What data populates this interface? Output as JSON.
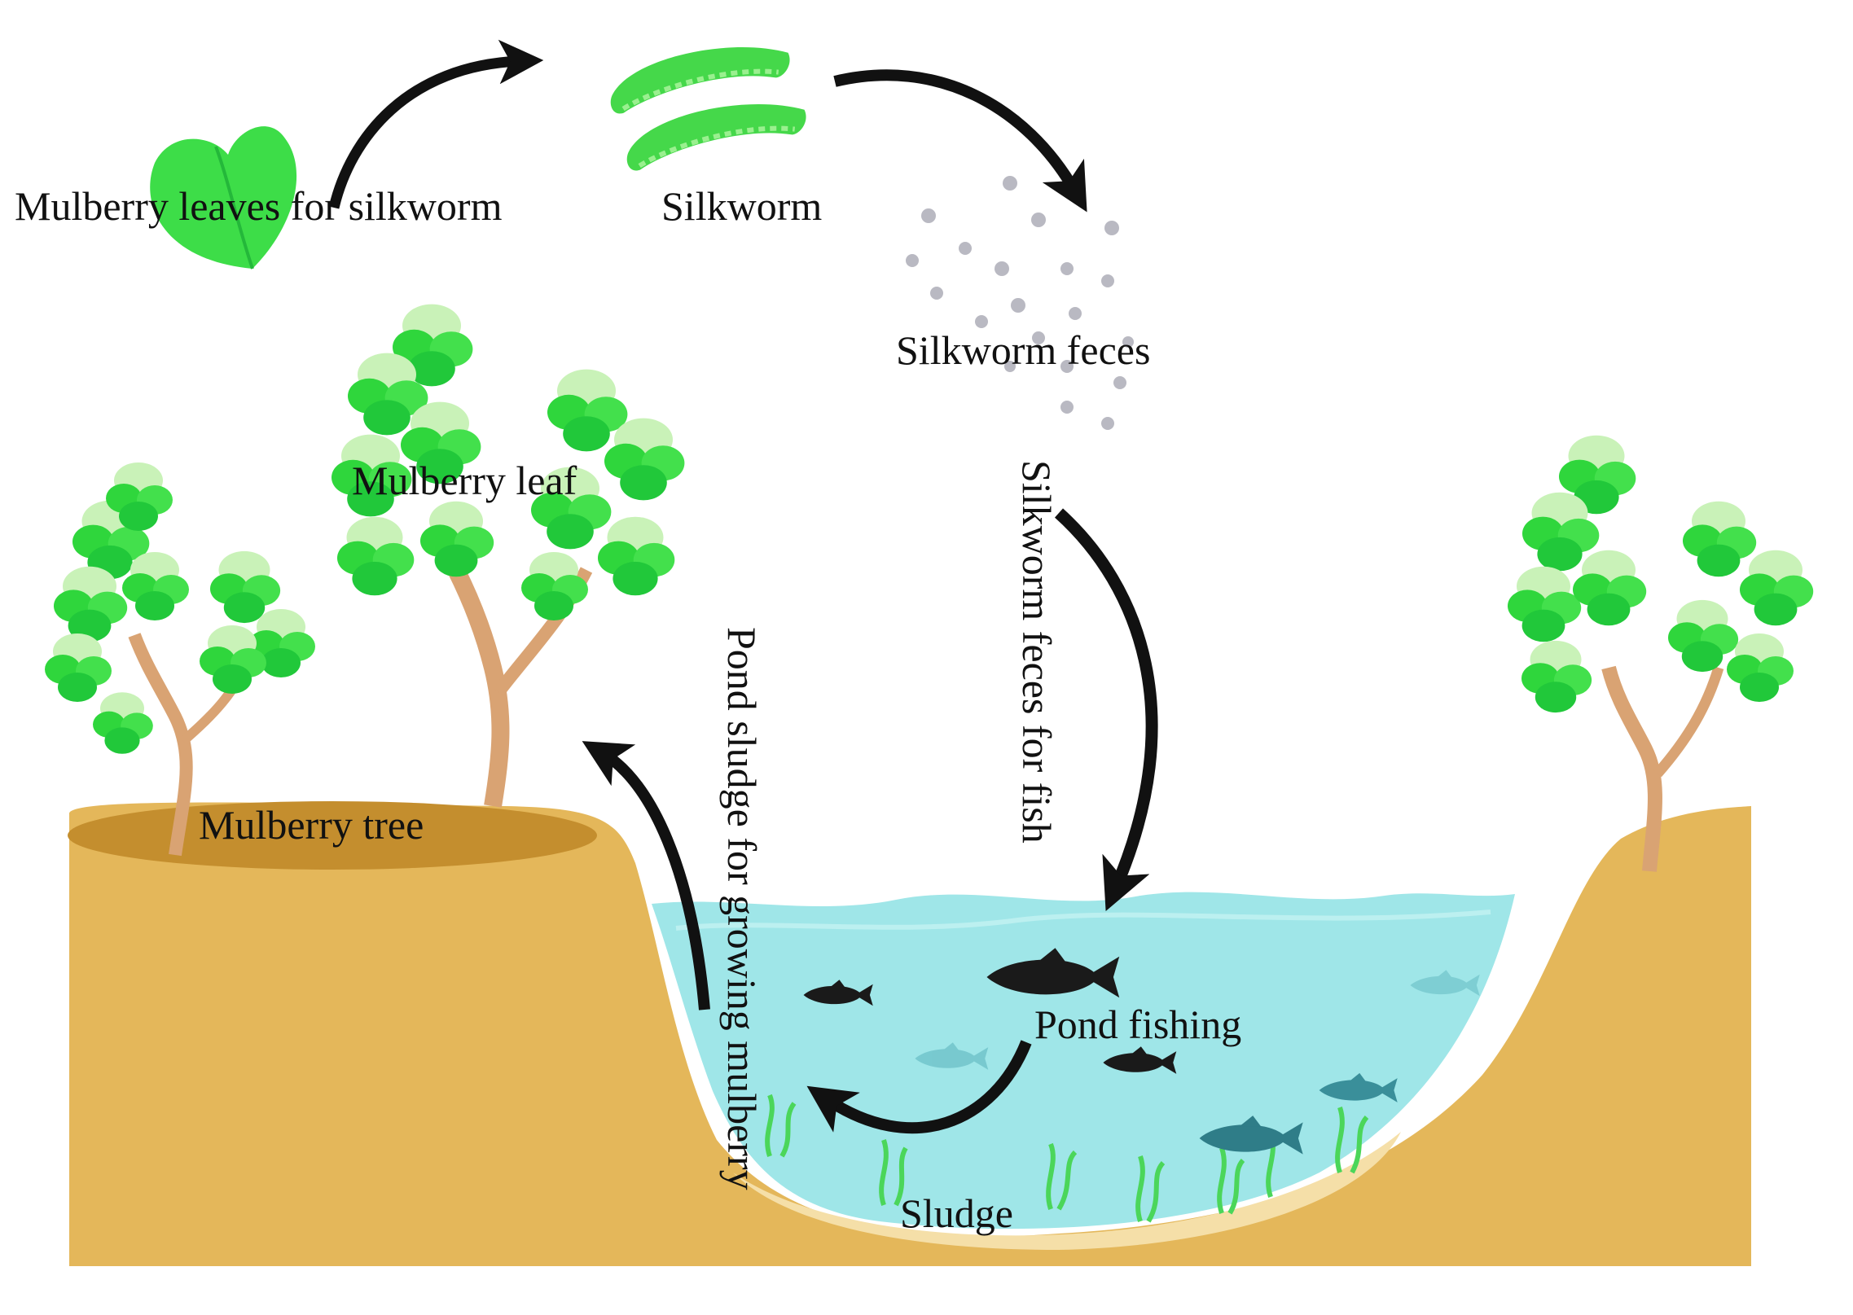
{
  "labels": {
    "mulberry_leaves_for_silkworm": "Mulberry leaves  for  silkworm",
    "silkworm": "Silkworm",
    "silkworm_feces": "Silkworm feces",
    "silkworm_feces_for_fish": "Silkworm feces for fish",
    "mulberry_leaf": "Mulberry leaf",
    "mulberry_tree": "Mulberry tree",
    "pond_sludge_for_growing_mulberry": "Pond sludge for growing mulberry",
    "pond_fishing": "Pond fishing",
    "sludge": "Sludge"
  },
  "colors": {
    "soil": "#E4B75A",
    "soil_top": "#C48E2E",
    "water": "#9FE6E8",
    "water_deep": "#7AD8DD",
    "leaf_green": "#3DDD48",
    "leaf_light": "#C9F2B8",
    "trunk": "#D9A373",
    "arrow": "#111111",
    "fish_dark": "#1a1a1a",
    "fish_faded": "#5fb7bf",
    "feces_dots": "#b9b9c2",
    "sludge_sand": "#F5DFA8"
  },
  "icons": [
    "mulberry-leaf-icon",
    "silkworm-icon",
    "fish-icon",
    "tree-icon",
    "arrow-icon"
  ]
}
